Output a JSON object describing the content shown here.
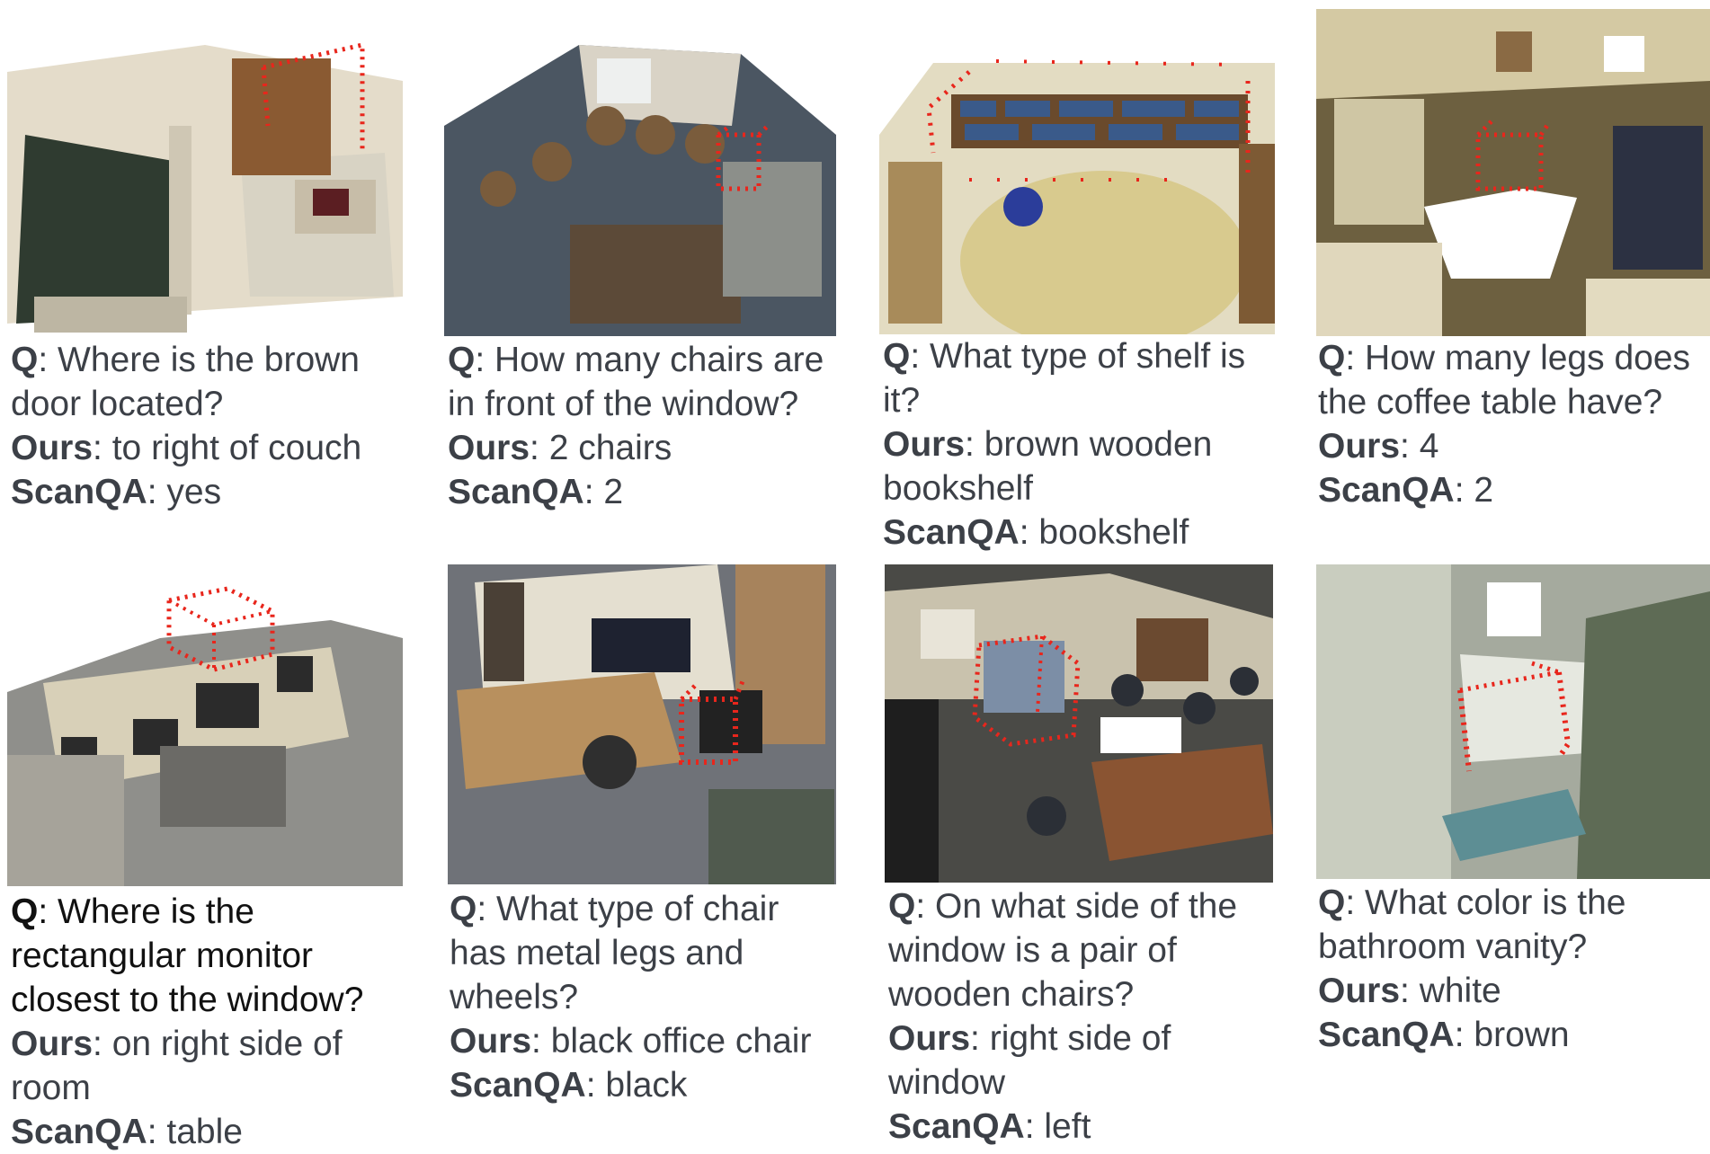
{
  "labels": {
    "q": "Q",
    "ours": "Ours",
    "scanqa": "ScanQA",
    "sep": ": "
  },
  "colors": {
    "text": "#3c4047",
    "bbox": "#e8261c"
  },
  "panels": [
    {
      "question": "Where is the brown door located?",
      "ours": "to right of couch",
      "scanqa": "yes"
    },
    {
      "question": "How many chairs are in front of the window?",
      "ours": "2 chairs",
      "scanqa": "2"
    },
    {
      "question": "What type of shelf is it?",
      "ours": "brown wooden bookshelf",
      "scanqa": "bookshelf"
    },
    {
      "question": "How many legs does the coffee table have?",
      "ours": "4",
      "scanqa": "2"
    },
    {
      "question": "Where is the rectangular monitor closest to the window?",
      "ours": "on right side of room",
      "scanqa": "table"
    },
    {
      "question": "What type of chair has metal legs and wheels?",
      "ours": "black office chair",
      "scanqa": "black"
    },
    {
      "question": "On what side of the window is a pair of wooden chairs?",
      "ours": "right side of window",
      "scanqa": "left"
    },
    {
      "question": "What color is the bathroom vanity?",
      "ours": "white",
      "scanqa": "brown"
    }
  ]
}
